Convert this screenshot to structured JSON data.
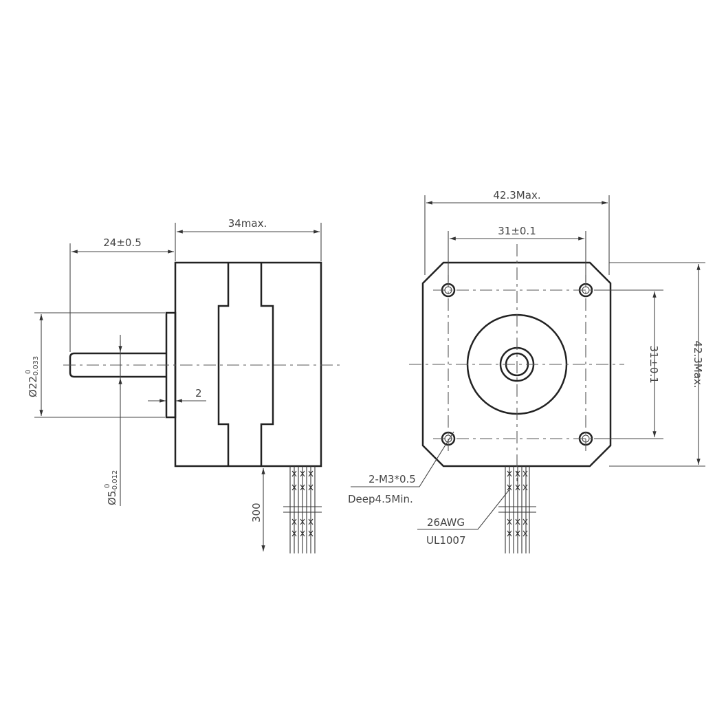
{
  "side_view": {
    "shaft_length": "24±0.5",
    "body_length": "34max.",
    "flange_diameter": "Ø22",
    "flange_tol_upper": "0",
    "flange_tol_lower": "-0.033",
    "shaft_diameter": "Ø5",
    "shaft_tol_upper": "0",
    "shaft_tol_lower": "-0.012",
    "flange_thickness": "2",
    "lead_length": "300"
  },
  "front_view": {
    "width": "42.3Max.",
    "height": "42.3Max.",
    "hole_spacing_h": "31±0.1",
    "hole_spacing_v": "31±0.1",
    "thread_note": "2-M3*0.5",
    "depth_note": "Deep4.5Min.",
    "wire_gauge": "26AWG",
    "wire_standard": "UL1007"
  },
  "colors": {
    "line": "#222222",
    "text": "#444444"
  }
}
